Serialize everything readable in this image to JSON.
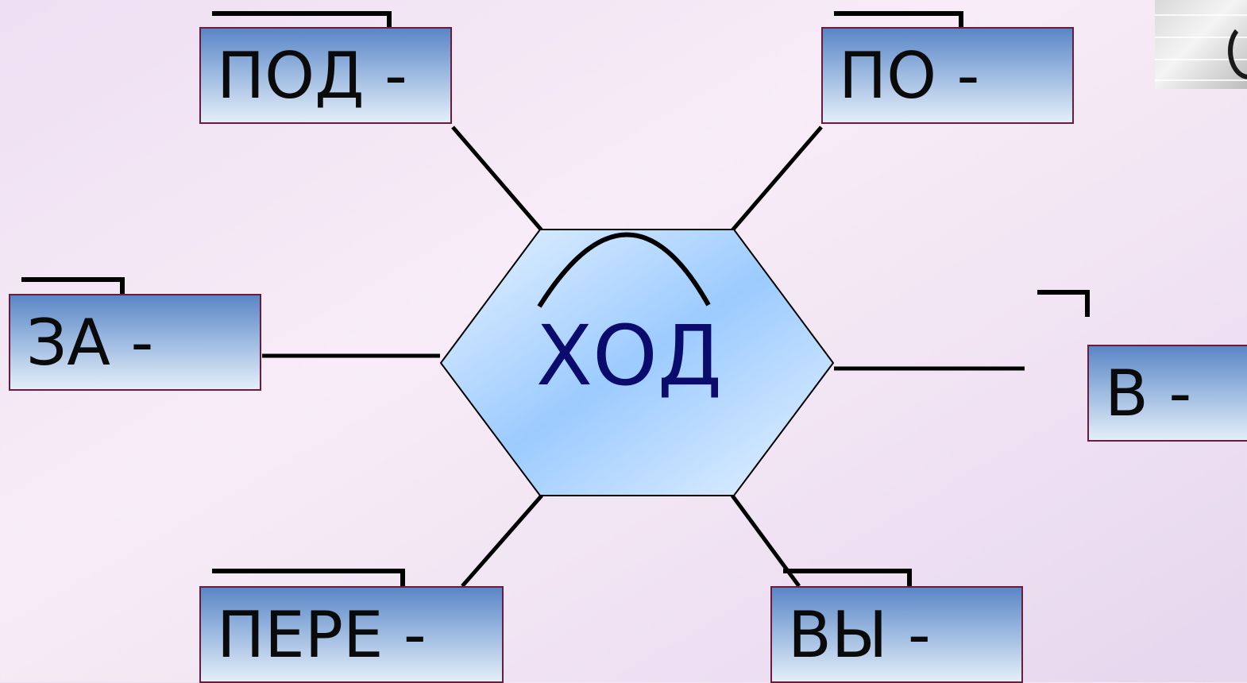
{
  "root_word": {
    "text": "ХОД",
    "color": "#0b0b6e"
  },
  "prefixes": [
    {
      "id": "pod",
      "text": "ПОД -"
    },
    {
      "id": "po",
      "text": "ПО -"
    },
    {
      "id": "za",
      "text": "ЗА -"
    },
    {
      "id": "v",
      "text": "В -"
    },
    {
      "id": "pere",
      "text": "ПЕРЕ -"
    },
    {
      "id": "vy",
      "text": "ВЫ -"
    }
  ],
  "colors": {
    "box_border": "#6b1c3c",
    "box_gradient_top": "#5a86c6",
    "box_gradient_bottom": "#e4eef9",
    "hexagon_light": "#dcecff",
    "hexagon_mid": "#9ccbff",
    "line": "#000000"
  },
  "corner_image": {
    "description_icon": "decorative-photo"
  }
}
